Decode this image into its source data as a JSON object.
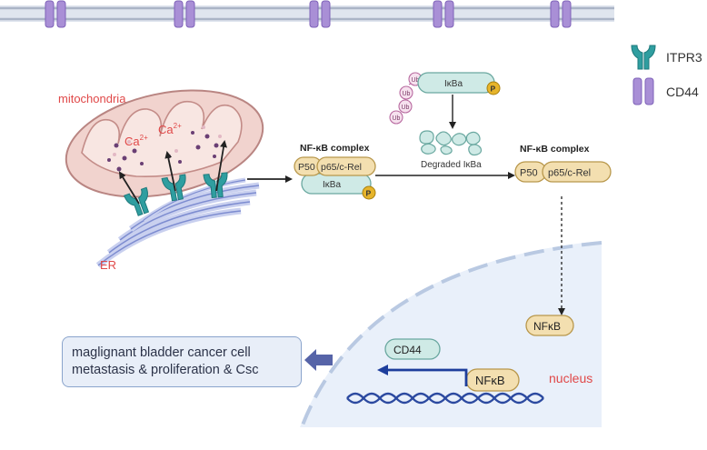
{
  "legend": {
    "items": [
      {
        "label": "ITPR3",
        "icon": "itpr3-channel-icon",
        "color": "#2f9ea0"
      },
      {
        "label": "CD44",
        "icon": "cd44-receptor-icon",
        "color": "#a98fd6"
      }
    ]
  },
  "labels": {
    "mitochondria": "mitochondria",
    "er": "ER",
    "calcium_base": "Ca",
    "calcium_charge": "2+",
    "nucleus": "nucleus",
    "degraded": "Degraded IκBa"
  },
  "ub_labels": [
    "Ub",
    "Ub",
    "Ub",
    "Ub"
  ],
  "ikba_top": {
    "label": "IκBa",
    "phospho": "P"
  },
  "complex_left": {
    "title": "NF-κB complex",
    "p50": "P50",
    "p65": "p65/c-Rel",
    "ikba": "IκBa",
    "phospho": "P"
  },
  "complex_right": {
    "title": "NF-κB complex",
    "p50": "P50",
    "p65": "p65/c-Rel"
  },
  "nucleus_items": {
    "nfkb_top": "NFκB",
    "nfkb_gene": "NFκB",
    "cd44": "CD44"
  },
  "outcome": {
    "line1": "maglignant bladder cancer cell",
    "line2": "metastasis & proliferation & Csc"
  },
  "colors": {
    "membrane": "#cfd6e4",
    "receptor": "#a98fd6",
    "channel": "#2f9ea0",
    "mito_fill": "#f3d6d1",
    "mito_stroke": "#c78d8a",
    "er": "#8a98d6",
    "label_red": "#e04848",
    "complex_fill": "#f3dfb0",
    "complex_stroke": "#b8974b",
    "ikba_fill": "#cfeae6",
    "ikba_stroke": "#6aa8a0",
    "phospho": "#e6b42a",
    "ub_fill": "#f6e1ee",
    "ub_stroke": "#b86aa0",
    "nucleus_fill": "#e9f0fa",
    "dna": "#2c4aa0",
    "arrow_blue": "#5664a8"
  }
}
